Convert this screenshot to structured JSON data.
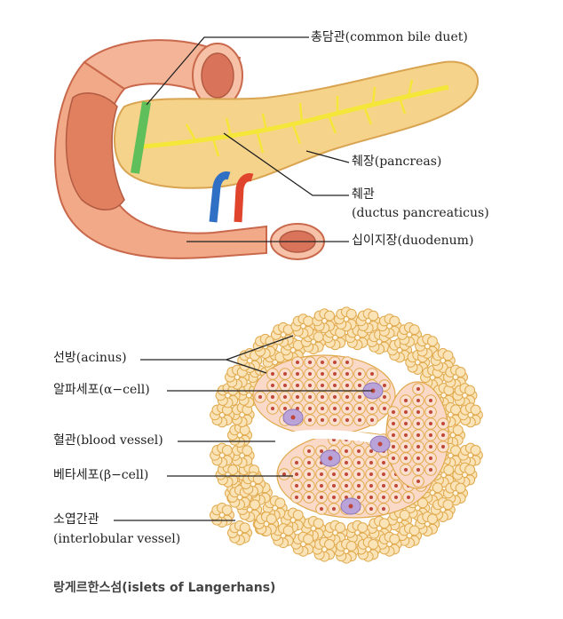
{
  "pancreas_labels": {
    "common_bile_duct": "총담관(common bile duet)",
    "pancreas": "췌장(pancreas)",
    "pancreatic_duct_ko": "췌관",
    "pancreatic_duct_en": "(ductus pancreaticus)",
    "duodenum": "십이지장(duodenum)"
  },
  "islet_labels": {
    "acinus": "선방(acinus)",
    "alpha_cell": "알파세포(α−cell)",
    "blood_vessel": "혈관(blood vessel)",
    "beta_cell": "베타세포(β−cell)",
    "interlobular_ko": "소엽간관",
    "interlobular_en": "(interlobular vessel)"
  },
  "caption": "랑게르한스섬(islets of Langerhans)",
  "colors": {
    "duodenum": "#f1a988",
    "duodenum_dark": "#c9684b",
    "pancreas": "#f6d38a",
    "pancreas_edge": "#d9a451",
    "duct": "#f5e73a",
    "bile_duct": "#5fbf5a",
    "artery": "#e0442c",
    "vein": "#2f6fc4",
    "cell_fill": "#fbe3b8",
    "cell_edge": "#e0a94b",
    "islet_fill": "#fbd9c8",
    "alpha": "#b9a3d8",
    "nucleus": "#c0463a"
  }
}
